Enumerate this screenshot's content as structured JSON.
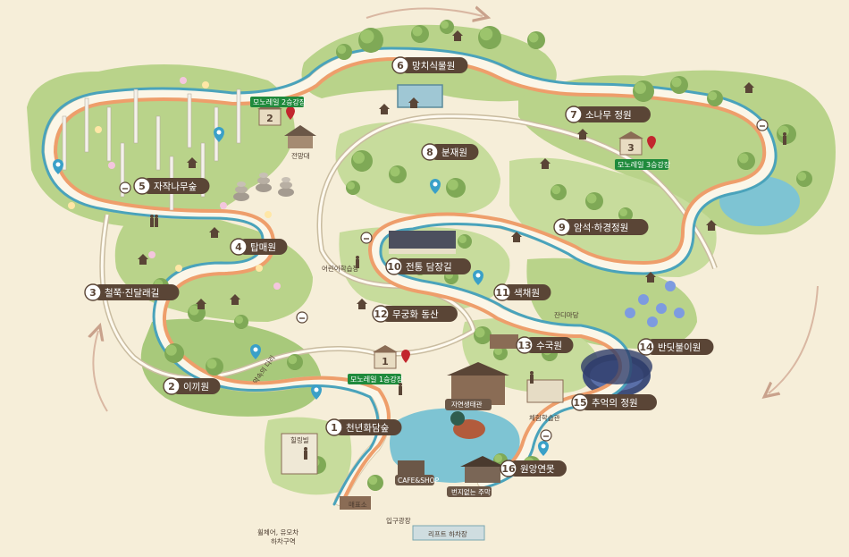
{
  "map": {
    "colors": {
      "background": "#f6eed9",
      "grass": "#b9d38a",
      "grass_dark": "#8fb567",
      "water": "#7ec4d3",
      "route_orange": "#ee9e6b",
      "route_blue": "#4aa3bb",
      "label_brown": "#5a4536",
      "monorail_green": "#1f8a3c",
      "marker_red": "#c2262e"
    },
    "gardens": [
      {
        "num": "1",
        "name": "천년화담숲"
      },
      {
        "num": "2",
        "name": "이끼원"
      },
      {
        "num": "3",
        "name": "철쭉·진달래길"
      },
      {
        "num": "4",
        "name": "탑매원"
      },
      {
        "num": "5",
        "name": "자작나무숲"
      },
      {
        "num": "6",
        "name": "망치식물원"
      },
      {
        "num": "7",
        "name": "소나무 정원"
      },
      {
        "num": "8",
        "name": "분재원"
      },
      {
        "num": "9",
        "name": "암석·하경정원"
      },
      {
        "num": "10",
        "name": "전통 담장길"
      },
      {
        "num": "11",
        "name": "색채원"
      },
      {
        "num": "12",
        "name": "무궁화 동산"
      },
      {
        "num": "13",
        "name": "수국원"
      },
      {
        "num": "14",
        "name": "반딧불이원"
      },
      {
        "num": "15",
        "name": "추억의 정원"
      },
      {
        "num": "16",
        "name": "원앙연못"
      }
    ],
    "monorail_stations": [
      {
        "num": "1",
        "label": "모노레일 1승강장"
      },
      {
        "num": "2",
        "label": "모노레일 2승강장"
      },
      {
        "num": "3",
        "label": "모노레일 3승강장"
      }
    ],
    "facilities": {
      "observatory": "전망대",
      "kids_area": "어린이학습장",
      "lawn": "잔디마당",
      "eco_center": "자연생태관",
      "experience_hall": "체험학습관",
      "cafe": "CAFE&SHOP",
      "tea_house": "번지없는 주막",
      "healing_building": "힐링빌",
      "ticket_office": "매표소",
      "entrance_plaza": "입구광장",
      "wheelchair_area_line1": "휠체어, 유모차",
      "wheelchair_area_line2": "하차구역",
      "lift": "리프트 하차장",
      "bridge": "약속의 다리"
    }
  }
}
